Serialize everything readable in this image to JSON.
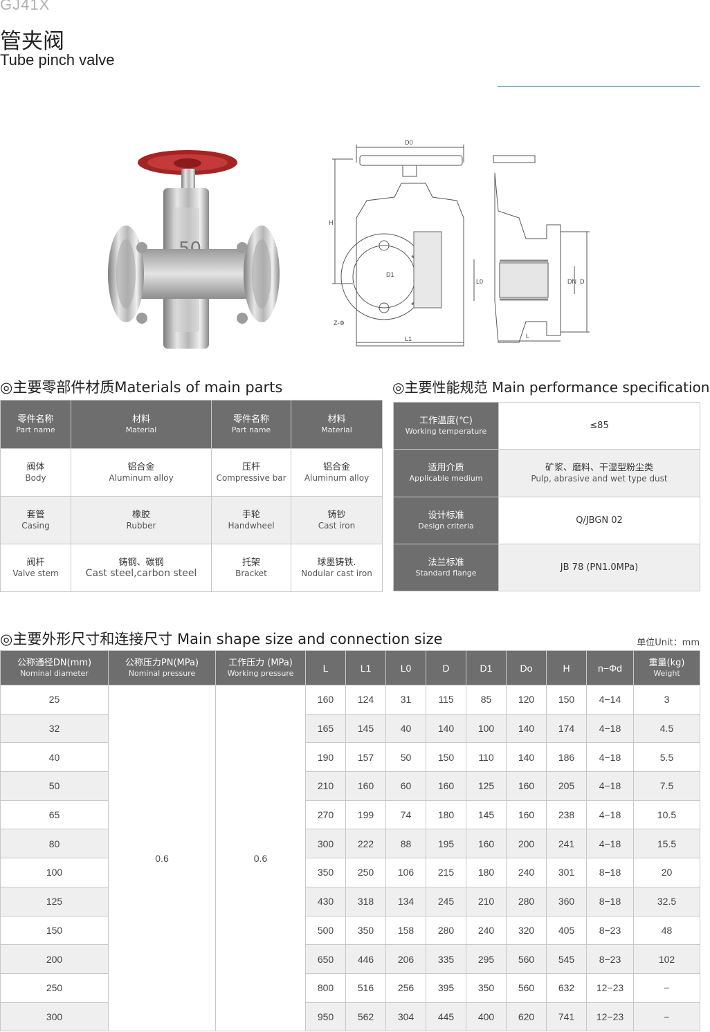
{
  "header": {
    "model": "GJ41X",
    "title_cn": "管夹阀",
    "title_en": "Tube pinch valve"
  },
  "drawing_labels": {
    "D0": "D0",
    "H": "H",
    "D1": "D1",
    "L0": "L0",
    "L1": "L1",
    "ZPhi": "Z-Φ",
    "DN": "DN",
    "D": "D",
    "L": "L"
  },
  "photo": {
    "body_mark": "50"
  },
  "materials": {
    "title": "◎主要零部件材质Materials of main parts",
    "headers": [
      {
        "cn": "零件名称",
        "en": "Part name"
      },
      {
        "cn": "材料",
        "en": "Material"
      },
      {
        "cn": "零件名称",
        "en": "Part name"
      },
      {
        "cn": "材料",
        "en": "Material"
      }
    ],
    "rows": [
      [
        {
          "cn": "阀体",
          "en": "Body"
        },
        {
          "cn": "铝合金",
          "en": "Aluminum alloy"
        },
        {
          "cn": "压杆",
          "en": "Compressive bar"
        },
        {
          "cn": "铝合金",
          "en": "Aluminum alloy"
        }
      ],
      [
        {
          "cn": "套管",
          "en": "Casing"
        },
        {
          "cn": "橡胶",
          "en": "Rubber"
        },
        {
          "cn": "手轮",
          "en": "Handwheel"
        },
        {
          "cn": "铸钞",
          "en": "Cast iron"
        }
      ],
      [
        {
          "cn": "阀杆",
          "en": "Valve stem"
        },
        {
          "cn": "铸钢、碳钢",
          "en": "Cast steel,carbon steel"
        },
        {
          "cn": "托架",
          "en": "Bracket"
        },
        {
          "cn": "球墨铸铁.",
          "en": "Nodular cast iron"
        }
      ]
    ]
  },
  "performance": {
    "title": "◎主要性能规范 Main performance specification",
    "rows": [
      {
        "cn": "工作温度(℃)",
        "en": "Working temperature",
        "value_cn": "≤85",
        "value_en": ""
      },
      {
        "cn": "适用介质",
        "en": "Applicable medium",
        "value_cn": "矿浆、磨料、干湿型粉尘类",
        "value_en": "Pulp, abrasive and wet type dust"
      },
      {
        "cn": "设计标准",
        "en": "Design criteria",
        "value_cn": "Q/JBGN 02",
        "value_en": ""
      },
      {
        "cn": "法兰标准",
        "en": "Standard flange",
        "value_cn": "JB 78 (PN1.0MPa)",
        "value_en": ""
      }
    ]
  },
  "dimensions": {
    "title": "◎主要外形尺寸和连接尺寸 Main shape size and connection size",
    "unit": "单位Unit：mm",
    "headers": {
      "dn": {
        "cn": "公称通径DN(mm)",
        "en": "Nominal diameter"
      },
      "pn": {
        "cn": "公称压力PN(MPa)",
        "en": "Nominal pressure"
      },
      "wp": {
        "cn": "工作压力 (MPa)",
        "en": "Working pressure"
      },
      "weight": {
        "cn": "重量(kg)",
        "en": "Weight"
      },
      "cols": [
        "L",
        "L1",
        "L0",
        "D",
        "D1",
        "Do",
        "H",
        "n−Φd"
      ]
    },
    "pn_value": "0.6",
    "wp_value": "0.6",
    "rows": [
      {
        "dn": "25",
        "vals": [
          "160",
          "124",
          "31",
          "115",
          "85",
          "120",
          "150",
          "4−14"
        ],
        "weight": "3"
      },
      {
        "dn": "32",
        "vals": [
          "165",
          "145",
          "40",
          "140",
          "100",
          "140",
          "174",
          "4−18"
        ],
        "weight": "4.5"
      },
      {
        "dn": "40",
        "vals": [
          "190",
          "157",
          "50",
          "150",
          "110",
          "140",
          "186",
          "4−18"
        ],
        "weight": "5.5"
      },
      {
        "dn": "50",
        "vals": [
          "210",
          "160",
          "60",
          "160",
          "125",
          "160",
          "205",
          "4−18"
        ],
        "weight": "7.5"
      },
      {
        "dn": "65",
        "vals": [
          "270",
          "199",
          "74",
          "180",
          "145",
          "160",
          "238",
          "4−18"
        ],
        "weight": "10.5"
      },
      {
        "dn": "80",
        "vals": [
          "300",
          "222",
          "88",
          "195",
          "160",
          "200",
          "241",
          "4−18"
        ],
        "weight": "15.5"
      },
      {
        "dn": "100",
        "vals": [
          "350",
          "250",
          "106",
          "215",
          "180",
          "240",
          "301",
          "8−18"
        ],
        "weight": "20"
      },
      {
        "dn": "125",
        "vals": [
          "430",
          "318",
          "134",
          "245",
          "210",
          "280",
          "360",
          "8−18"
        ],
        "weight": "32.5"
      },
      {
        "dn": "150",
        "vals": [
          "500",
          "350",
          "158",
          "280",
          "240",
          "320",
          "405",
          "8−23"
        ],
        "weight": "48"
      },
      {
        "dn": "200",
        "vals": [
          "650",
          "446",
          "206",
          "335",
          "295",
          "560",
          "545",
          "8−23"
        ],
        "weight": "102"
      },
      {
        "dn": "250",
        "vals": [
          "800",
          "516",
          "256",
          "395",
          "350",
          "560",
          "632",
          "12−23"
        ],
        "weight": "−"
      },
      {
        "dn": "300",
        "vals": [
          "950",
          "562",
          "304",
          "445",
          "400",
          "620",
          "741",
          "12−23"
        ],
        "weight": "−"
      }
    ]
  }
}
